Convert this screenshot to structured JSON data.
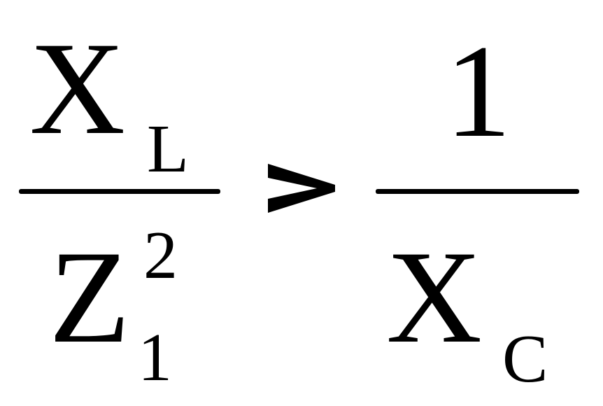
{
  "left_fraction": {
    "numerator": {
      "symbol": "X",
      "subscript": "L"
    },
    "denominator": {
      "symbol": "Z",
      "superscript": "2",
      "subscript": "1"
    }
  },
  "operator": ">",
  "right_fraction": {
    "numerator": {
      "symbol": "1"
    },
    "denominator": {
      "symbol": "X",
      "subscript": "C"
    }
  },
  "colors": {
    "ink": "#000000",
    "background": "#ffffff"
  }
}
